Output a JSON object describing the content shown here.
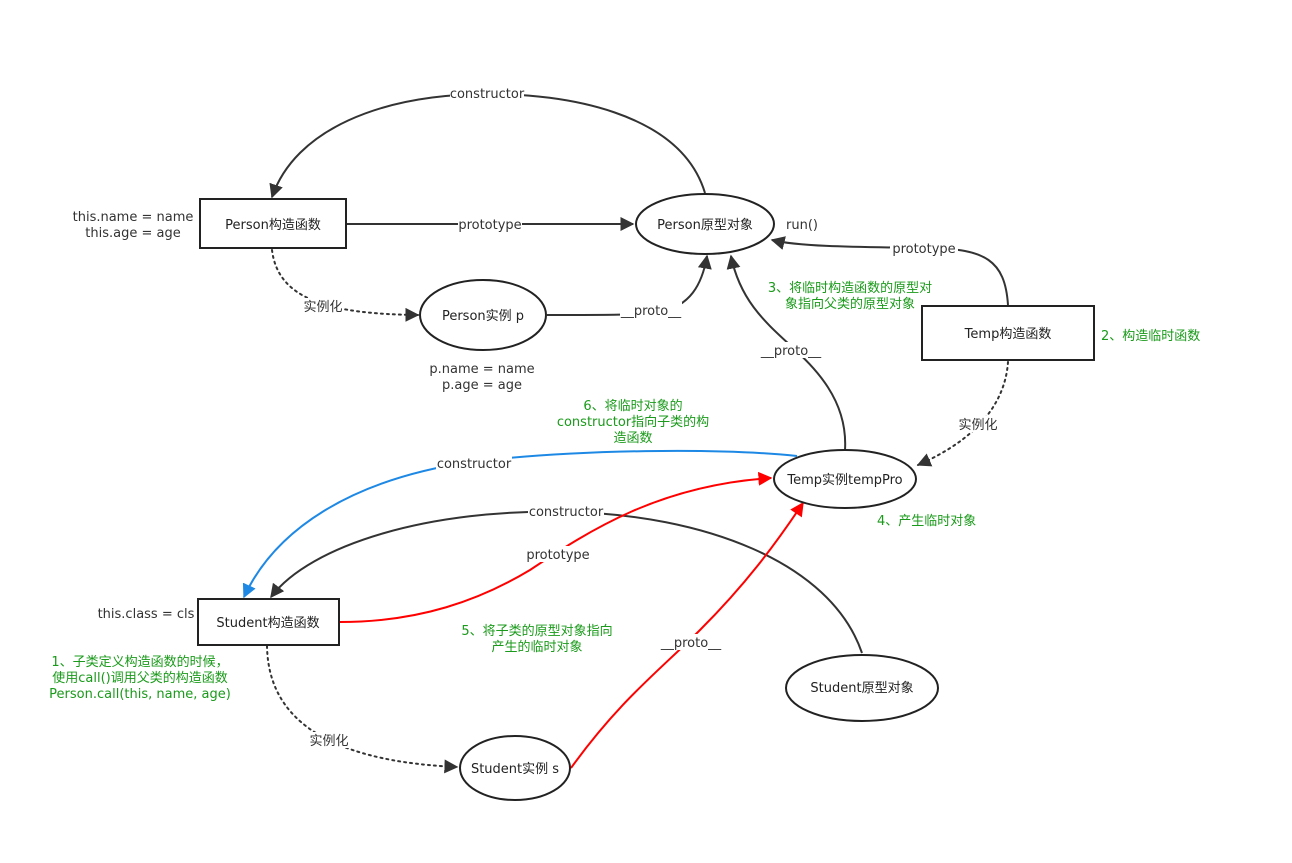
{
  "nodes": {
    "person_ctor": "Person构造函数",
    "person_proto": "Person原型对象",
    "person_inst": "Person实例 p",
    "temp_ctor": "Temp构造函数",
    "temp_inst": "Temp实例tempPro",
    "student_ctor": "Student构造函数",
    "student_proto": "Student原型对象",
    "student_inst": "Student实例 s"
  },
  "edge_labels": {
    "constructor_top": "constructor",
    "prototype_person": "prototype",
    "instantiate_person": "实例化",
    "proto_p": "__proto__",
    "prototype_temp": "prototype",
    "proto_temp_inst": "__proto__",
    "instantiate_temp": "实例化",
    "constructor_blue": "constructor",
    "constructor_black": "constructor",
    "prototype_red": "prototype",
    "proto_s": "__proto__",
    "instantiate_student": "实例化"
  },
  "notes": {
    "person_this_name": "this.name = name",
    "person_this_age": "this.age = age",
    "run": "run()",
    "p_name": "p.name = name",
    "p_age": "p.age = age",
    "student_this_class": "this.class = cls"
  },
  "steps": {
    "step1_line1": "1、子类定义构造函数的时候，",
    "step1_line2": "使用call()调用父类的构造函数",
    "step1_line3": "Person.call(this, name, age)",
    "step2": "2、构造临时函数",
    "step3_line1": "3、将临时构造函数的原型对",
    "step3_line2": "象指向父类的原型对象",
    "step4": "4、产生临时对象",
    "step5_line1": "5、将子类的原型对象指向",
    "step5_line2": "产生的临时对象",
    "step6_line1": "6、将临时对象的",
    "step6_line2": "constructor指向子类的构",
    "step6_line3": "造函数"
  },
  "colors": {
    "black": "#333333",
    "red": "#ff0000",
    "blue": "#1e88e5",
    "green": "#1a9a1a"
  }
}
